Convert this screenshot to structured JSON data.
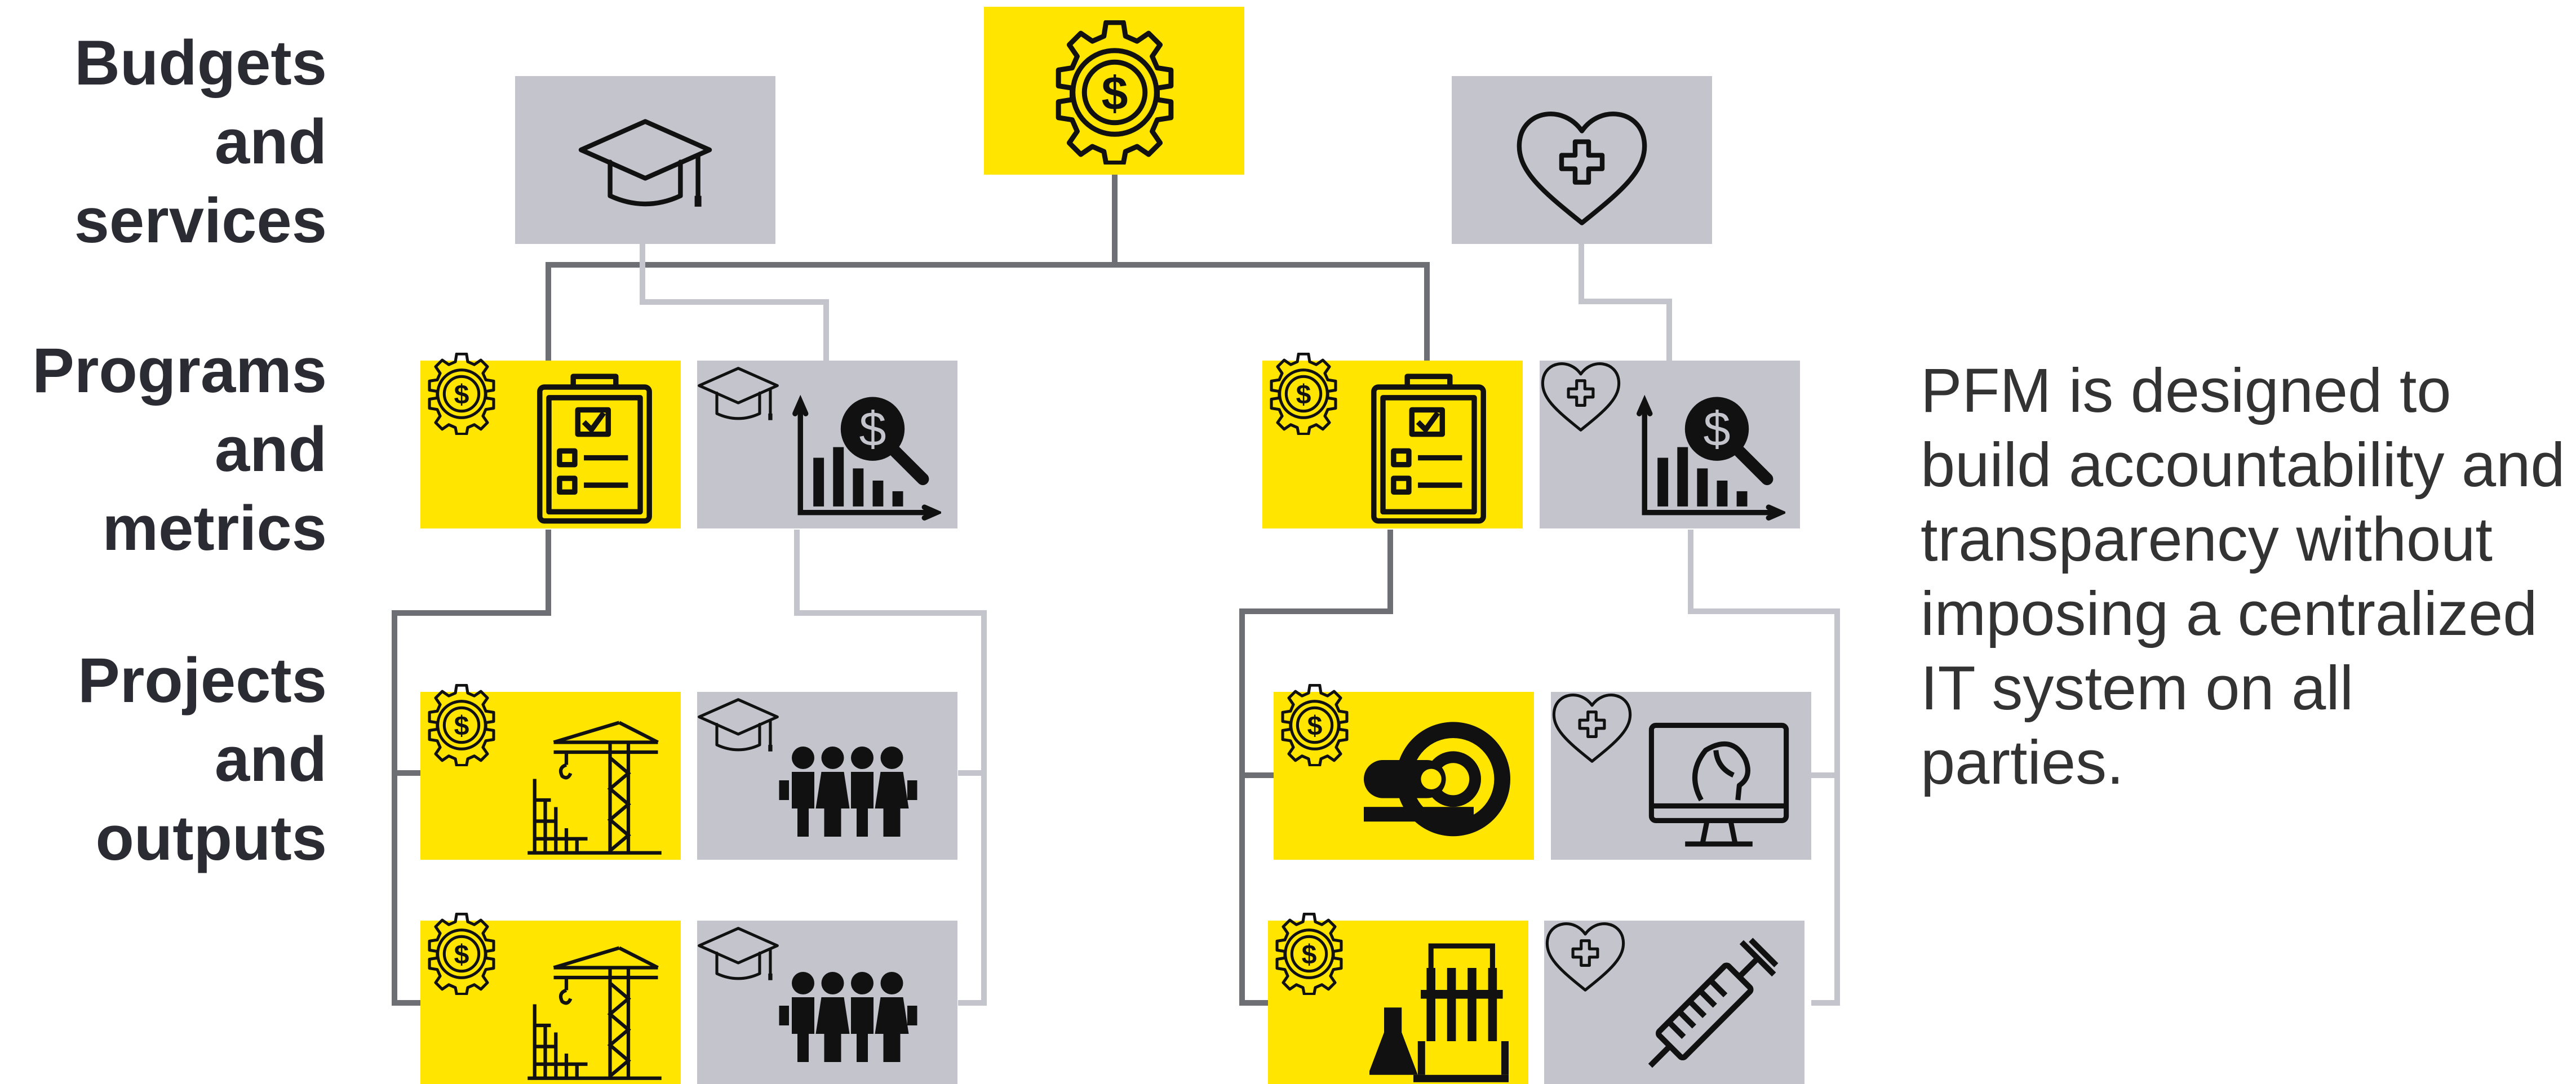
{
  "row_labels": {
    "budgets": "Budgets and services",
    "programs": "Programs and metrics",
    "projects": "Projects and outputs"
  },
  "summary": "PFM is designed to build accountability and transparency without imposing a centralized IT system on all parties.",
  "colors": {
    "yellow": "#FFE500",
    "gray": "#C4C4CC",
    "dark_connector": "#6E6E75",
    "light_connector": "#C4C4CC",
    "icon": "#111111",
    "text": "#2B2B33"
  },
  "nodes": {
    "finance": {
      "icon": "dollar-gear-icon"
    },
    "education": {
      "icon": "graduation-cap-icon"
    },
    "health": {
      "icon": "heart-cross-icon"
    },
    "finance_program_education": {
      "badge": "dollar-gear-icon",
      "icon": "clipboard-checklist-icon"
    },
    "education_program": {
      "badge": "graduation-cap-icon",
      "icon": "chart-magnifier-dollar-icon"
    },
    "finance_program_health": {
      "badge": "dollar-gear-icon",
      "icon": "clipboard-checklist-icon"
    },
    "health_program": {
      "badge": "heart-cross-icon",
      "icon": "chart-magnifier-dollar-icon"
    },
    "finance_project_1": {
      "badge": "dollar-gear-icon",
      "icon": "construction-crane-icon"
    },
    "education_project_1": {
      "badge": "graduation-cap-icon",
      "icon": "students-icon"
    },
    "finance_project_2": {
      "badge": "dollar-gear-icon",
      "icon": "construction-crane-icon"
    },
    "education_project_2": {
      "badge": "graduation-cap-icon",
      "icon": "students-icon"
    },
    "finance_project_3": {
      "badge": "dollar-gear-icon",
      "icon": "mri-scanner-icon"
    },
    "health_project_1": {
      "badge": "heart-cross-icon",
      "icon": "telemedicine-monitor-icon"
    },
    "finance_project_4": {
      "badge": "dollar-gear-icon",
      "icon": "lab-equipment-icon"
    },
    "health_project_2": {
      "badge": "heart-cross-icon",
      "icon": "syringe-icon"
    }
  }
}
